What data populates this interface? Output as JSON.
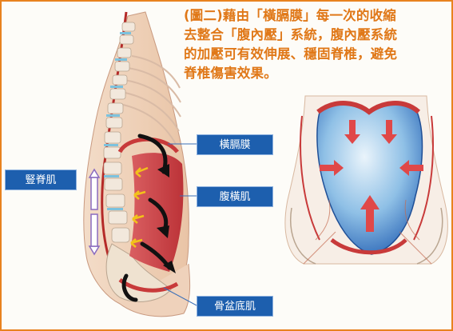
{
  "caption": {
    "line1": "(圖二)藉由「橫膈膜」每一次的收縮",
    "line2": "去整合「腹內壓」系統，腹內壓系統",
    "line3": "的加壓可有效伸展、穩固脊椎，避免",
    "line4": "脊椎傷害效果。"
  },
  "labels": {
    "diaphragm": "橫膈膜",
    "erector_spinae": "豎脊肌",
    "transverse_abdominis": "腹橫肌",
    "pelvic_floor": "骨盆底肌"
  },
  "colors": {
    "accent_orange": "#e07818",
    "label_blue": "#1d5fae",
    "muscle_red": "#c83a3a",
    "pressure_blue": "#3f7fc9"
  }
}
